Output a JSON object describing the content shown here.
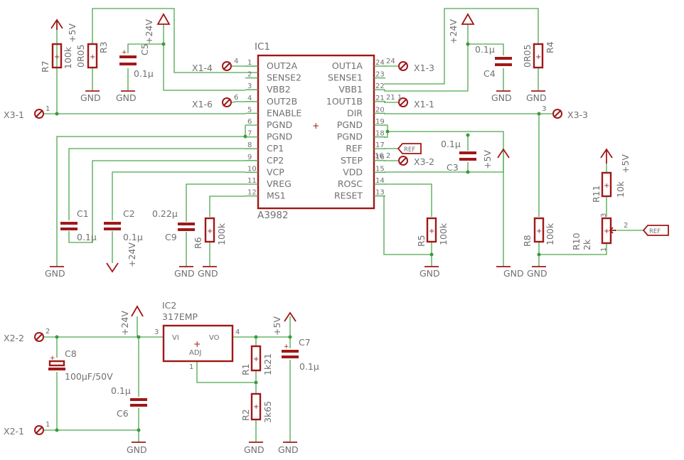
{
  "ic1": {
    "name": "IC1",
    "value": "A3982",
    "left_pins": [
      {
        "num": "1",
        "label": "OUT2A"
      },
      {
        "num": "2",
        "label": "SENSE2"
      },
      {
        "num": "3",
        "label": "VBB2"
      },
      {
        "num": "4",
        "label": "OUT2B"
      },
      {
        "num": "5",
        "label": "ENABLE"
      },
      {
        "num": "6",
        "label": "PGND"
      },
      {
        "num": "7",
        "label": "PGND"
      },
      {
        "num": "8",
        "label": "CP1"
      },
      {
        "num": "9",
        "label": "CP2"
      },
      {
        "num": "10",
        "label": "VCP"
      },
      {
        "num": "11",
        "label": "VREG"
      },
      {
        "num": "12",
        "label": "MS1"
      }
    ],
    "right_pins": [
      {
        "num": "24",
        "label": "OUT1A"
      },
      {
        "num": "23",
        "label": "SENSE1"
      },
      {
        "num": "22",
        "label": "VBB1"
      },
      {
        "num": "21",
        "label": "1OUT1B"
      },
      {
        "num": "20",
        "label": "DIR"
      },
      {
        "num": "19",
        "label": "PGND"
      },
      {
        "num": "18",
        "label": "PGND"
      },
      {
        "num": "17",
        "label": "REF"
      },
      {
        "num": "16",
        "label": "STEP"
      },
      {
        "num": "15",
        "label": "VDD"
      },
      {
        "num": "14",
        "label": "ROSC"
      },
      {
        "num": "13",
        "label": "RESET"
      }
    ]
  },
  "ic2": {
    "name": "IC2",
    "value": "317EMP",
    "vi": "VI",
    "vo": "VO",
    "adj": "ADJ",
    "pin_vi": "3",
    "pin_vo": "4",
    "pin_adj": "1"
  },
  "components": {
    "r7": {
      "name": "R7",
      "value": "100k"
    },
    "r3": {
      "name": "R3",
      "value": "0R05"
    },
    "c5": {
      "name": "C5",
      "value": "0.1µ"
    },
    "r4": {
      "name": "R4",
      "value": "0R05"
    },
    "c4": {
      "name": "C4",
      "value": "0.1µ"
    },
    "c3": {
      "name": "C3",
      "value": "0.1µ"
    },
    "c1": {
      "name": "C1",
      "value": "0.1µ"
    },
    "c2": {
      "name": "C2",
      "value": "0.1µ"
    },
    "c9": {
      "name": "C9",
      "value": "0.22µ"
    },
    "r6": {
      "name": "R6",
      "value": "100k"
    },
    "r5": {
      "name": "R5",
      "value": "100k"
    },
    "r8": {
      "name": "R8",
      "value": "100k"
    },
    "r11": {
      "name": "R11",
      "value": "10k"
    },
    "r10": {
      "name": "R10",
      "value": "2k"
    },
    "c8": {
      "name": "C8",
      "value": "100µF/50V"
    },
    "c6": {
      "name": "C6",
      "value": "0.1µ"
    },
    "r1": {
      "name": "R1",
      "value": "1k21"
    },
    "r2": {
      "name": "R2",
      "value": "3k65"
    },
    "c7": {
      "name": "C7",
      "value": "0.1µ"
    }
  },
  "connectors": {
    "x1_4": {
      "label": "X1-4",
      "pin": "4"
    },
    "x1_6": {
      "label": "X1-6",
      "pin": "6"
    },
    "x1_3": {
      "label": "X1-3",
      "pin": "24"
    },
    "x1_1": {
      "label": "X1-1",
      "pin": "21 1"
    },
    "x3_1": {
      "label": "X3-1",
      "pin": "1"
    },
    "x3_3": {
      "label": "X3-3",
      "pin": "3"
    },
    "x3_2": {
      "label": "X3-2",
      "pin": "16 2"
    },
    "x2_2": {
      "label": "X2-2",
      "pin": "2"
    },
    "x2_1": {
      "label": "X2-1",
      "pin": "1"
    }
  },
  "nets": {
    "gnd": "GND",
    "v24": "+24V",
    "v5": "+5V",
    "ref": "REF"
  },
  "pot_pins": {
    "p1": "1",
    "p2": "2",
    "p3": "3"
  }
}
